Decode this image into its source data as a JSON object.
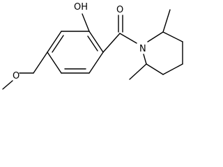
{
  "molecule": {
    "labels": {
      "hydroxyl": "OH",
      "carbonyl_oxygen": "O",
      "nitrogen": "N",
      "methoxy_oxygen": "O"
    }
  },
  "colors": {
    "bond": "#000000",
    "background": "#ffffff"
  }
}
